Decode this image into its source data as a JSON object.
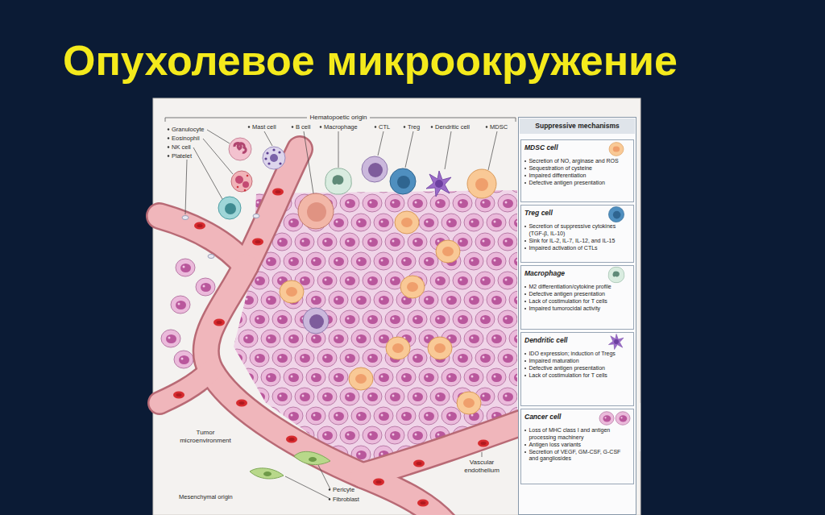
{
  "diagram": {
    "title": "Опухолевое микроокружение",
    "nodes": [
      {
        "text": [
          "Suppressive mechanisms"
        ]
      },
      {
        "text": [
          "MDSC cell",
          "Secretion of NO, arginase and ROS",
          "Sequestration of cysteine",
          "Impaired differentiation",
          "Defective antigen presentation"
        ],
        "in": 0
      },
      {
        "text": [
          "Treg cell",
          "Secretion of suppressive cytokines (TGF-β, IL-10)",
          "Sink for IL-2, IL-7, IL-12, and IL-15",
          "Impaired activation of CTLs"
        ],
        "in": 0
      },
      {
        "text": [
          "Macrophage",
          "M2 differentiation/cytokine profile",
          "Defective antigen presentation",
          "Lack of costimulation for T cells",
          "Impaired tumorocidal activity"
        ],
        "in": 0
      },
      {
        "text": [
          "Dendritic cell",
          "IDO expression; induction of Tregs",
          "Impaired maturation",
          "Defective antigen presentation",
          "Lack of costimulation for T cells"
        ],
        "in": 0
      },
      {
        "text": [
          "Cancer cell",
          "Loss of MHC class I and antigen processing machinery",
          "Antigen loss variants",
          "Secretion of VEGF, GM-CSF, G-CSF and gangliosides"
        ],
        "in": 0
      }
    ],
    "labels": [
      "Hematopoetic origin",
      "Granulocyte",
      "Eosinophil",
      "NK cell",
      "Platelet",
      "Mast cell",
      "B cell",
      "Macrophage",
      "CTL",
      "Treg",
      "Dendritic cell",
      "MDSC",
      "Tumor microenvironment",
      "Vascular endothelium",
      "Mesenchymal origin",
      "Pericyte",
      "Fibroblast"
    ]
  }
}
